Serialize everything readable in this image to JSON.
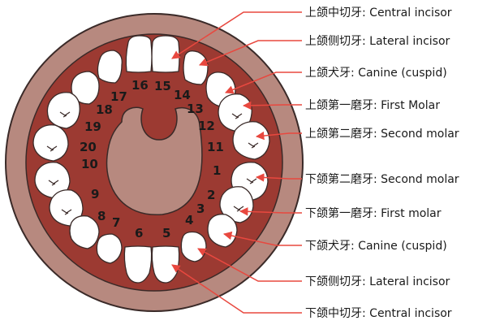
{
  "numbers": [
    "1",
    "2",
    "3",
    "4",
    "5",
    "6",
    "7",
    "8",
    "9",
    "10",
    "11",
    "12",
    "13",
    "14",
    "15",
    "16",
    "17",
    "18",
    "19",
    "20"
  ],
  "labels": [
    "上颌中切牙: Central incisor",
    "上颌侧切牙: Lateral incisor",
    "上颌犬牙: Canine (cuspid)",
    "上颌第一磨牙: First Molar",
    "上颌第二磨牙: Second molar",
    "下颌第二磨牙: Second molar",
    "下颌第一磨牙: First molar",
    "下颌犬牙: Canine (cuspid)",
    "下颌侧切牙: Lateral incisor",
    "下颌中切牙: Central incisor"
  ],
  "colors": {
    "outer_gum": "#b7897f",
    "inner_mouth": "#9c3a32",
    "palate": "#b7897f",
    "arrow": "#e8483f",
    "tooth": "#ffffff"
  }
}
